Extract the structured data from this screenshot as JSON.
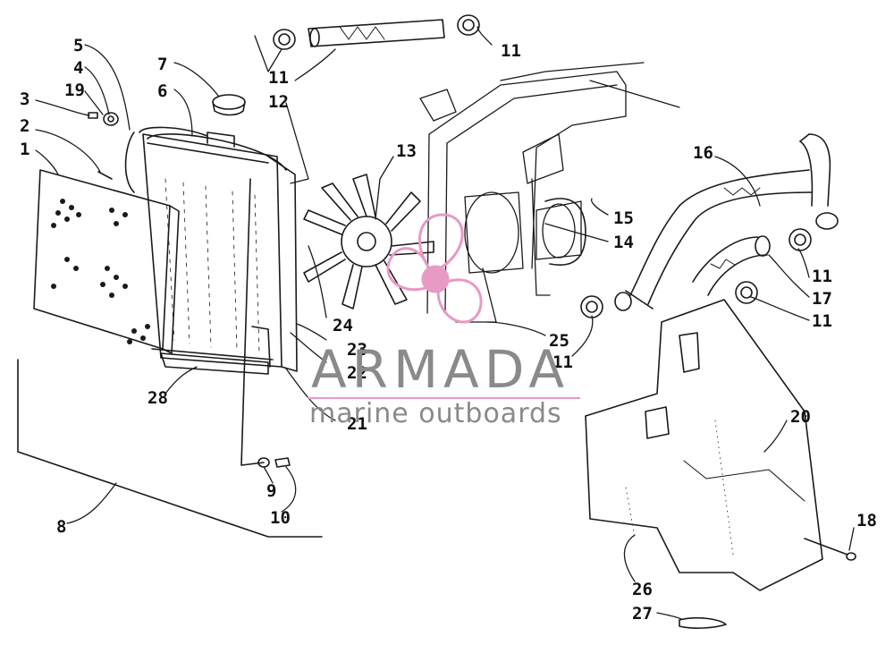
{
  "callouts": [
    {
      "id": "lbl-1",
      "text": "1"
    },
    {
      "id": "lbl-2",
      "text": "2"
    },
    {
      "id": "lbl-3",
      "text": "3"
    },
    {
      "id": "lbl-4",
      "text": "4"
    },
    {
      "id": "lbl-5",
      "text": "5"
    },
    {
      "id": "lbl-6",
      "text": "6"
    },
    {
      "id": "lbl-7",
      "text": "7"
    },
    {
      "id": "lbl-8",
      "text": "8"
    },
    {
      "id": "lbl-9",
      "text": "9"
    },
    {
      "id": "lbl-10",
      "text": "10"
    },
    {
      "id": "lbl-11a",
      "text": "11"
    },
    {
      "id": "lbl-11b",
      "text": "11"
    },
    {
      "id": "lbl-11c",
      "text": "11"
    },
    {
      "id": "lbl-11d",
      "text": "11"
    },
    {
      "id": "lbl-11e",
      "text": "11"
    },
    {
      "id": "lbl-12",
      "text": "12"
    },
    {
      "id": "lbl-13",
      "text": "13"
    },
    {
      "id": "lbl-14",
      "text": "14"
    },
    {
      "id": "lbl-15",
      "text": "15"
    },
    {
      "id": "lbl-16",
      "text": "16"
    },
    {
      "id": "lbl-17",
      "text": "17"
    },
    {
      "id": "lbl-18",
      "text": "18"
    },
    {
      "id": "lbl-19",
      "text": "19"
    },
    {
      "id": "lbl-20",
      "text": "20"
    },
    {
      "id": "lbl-21",
      "text": "21"
    },
    {
      "id": "lbl-22",
      "text": "22"
    },
    {
      "id": "lbl-23",
      "text": "23"
    },
    {
      "id": "lbl-24",
      "text": "24"
    },
    {
      "id": "lbl-25",
      "text": "25"
    },
    {
      "id": "lbl-26",
      "text": "26"
    },
    {
      "id": "lbl-27",
      "text": "27"
    },
    {
      "id": "lbl-28",
      "text": "28"
    }
  ],
  "watermark": {
    "name": "ARMADA",
    "tagline": "marine outboards",
    "logo_color": "#e79ac4",
    "text_color": "#8a8a8a"
  },
  "colors": {
    "line": "#1a1a1a",
    "paper": "#ffffff"
  }
}
